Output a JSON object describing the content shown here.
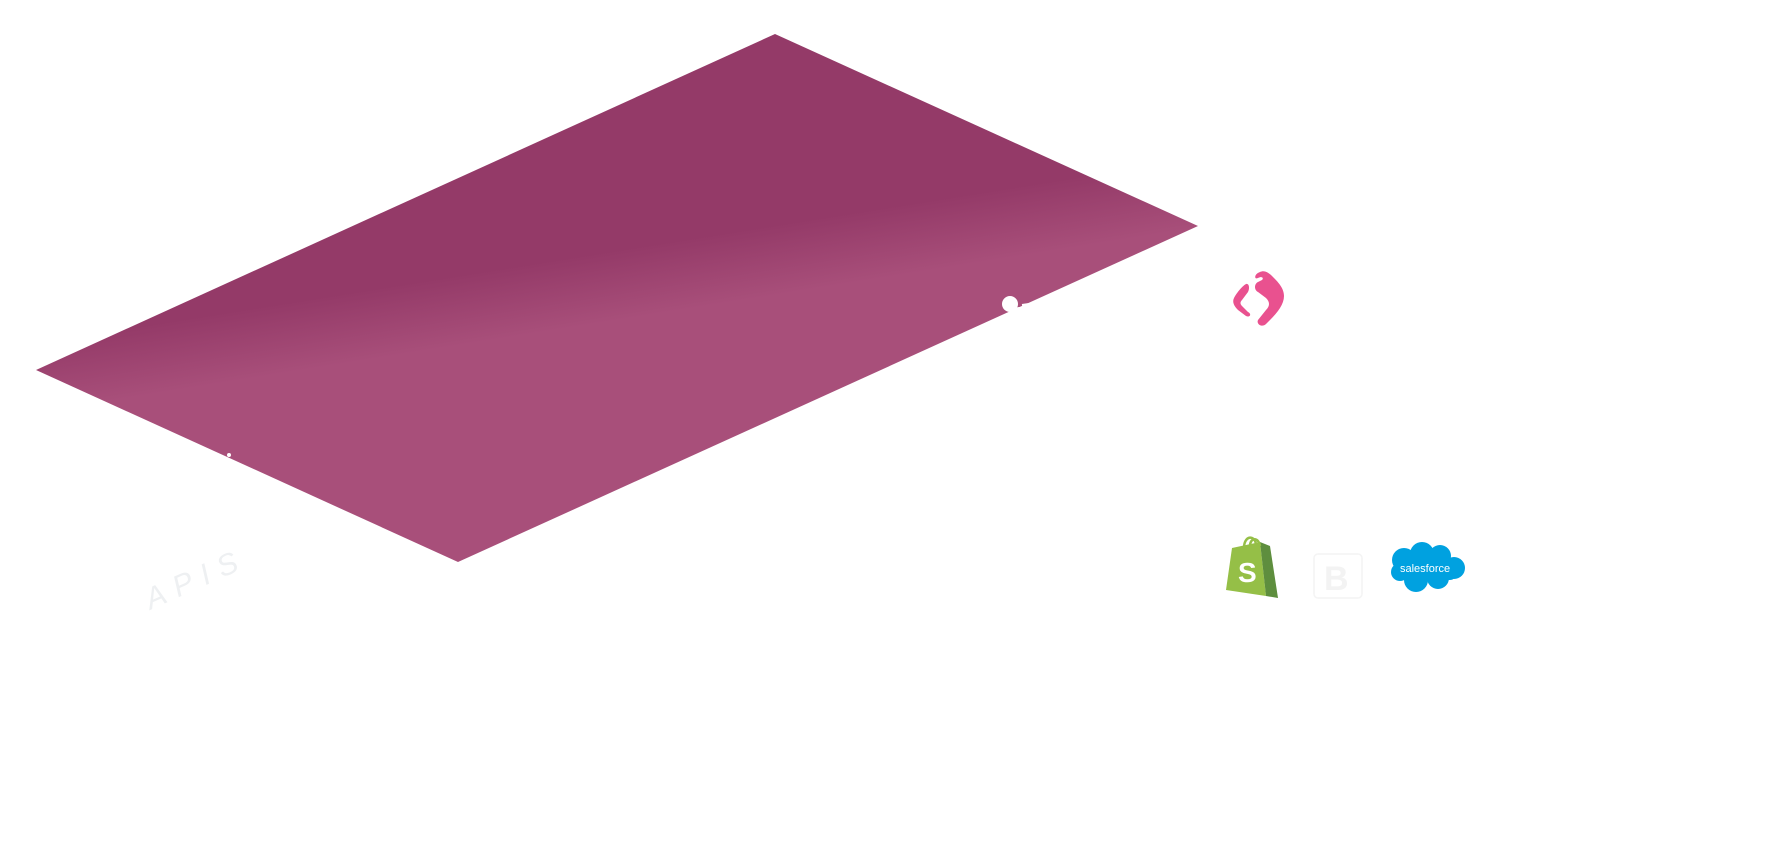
{
  "scene": {
    "background_color": "#ffffff",
    "plane_color": "#943a68",
    "plane_highlight_color": "#a84f7a",
    "label": "APIS",
    "label_color": "#eef0f2"
  },
  "logos": {
    "connector": {
      "icon": "connector-chevrons-icon",
      "color": "#e9518f"
    },
    "shopify": {
      "icon": "shopify-bag-icon",
      "color": "#95bf47",
      "dark_color": "#5e8e3e",
      "letter": "S"
    },
    "bigcommerce": {
      "icon": "bigcommerce-icon",
      "letter": "B"
    },
    "salesforce": {
      "icon": "salesforce-cloud-icon",
      "color": "#00a1e0",
      "wordmark": "salesforce"
    }
  }
}
